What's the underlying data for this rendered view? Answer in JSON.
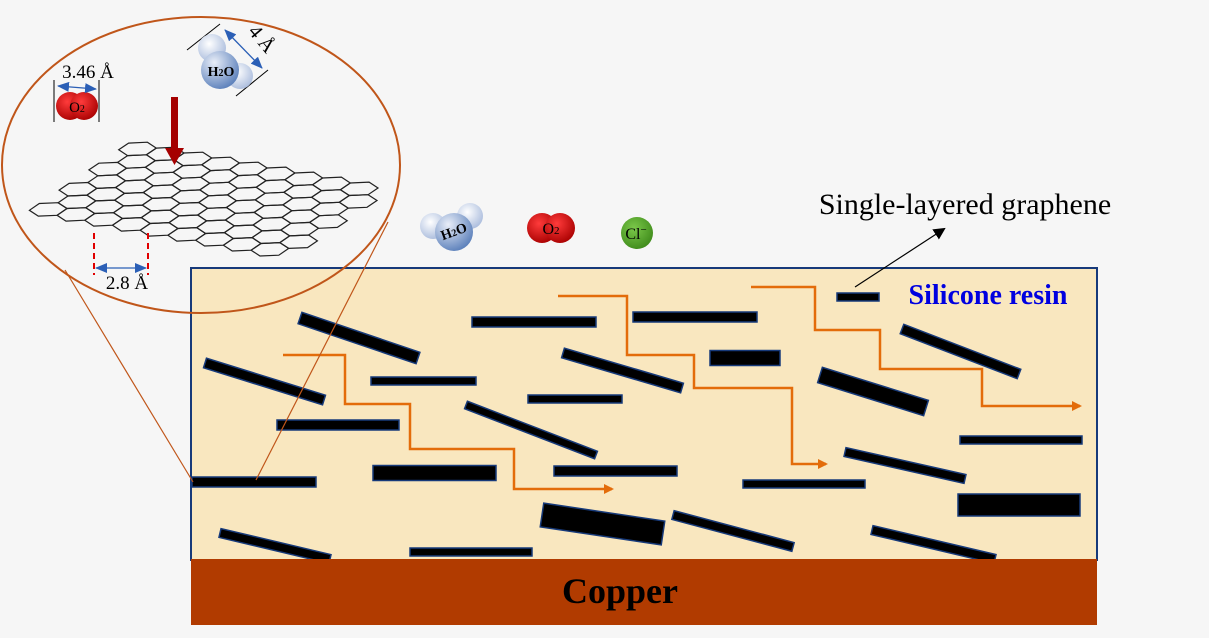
{
  "colors": {
    "background": "#f6f6f6",
    "resin_fill": "#f9e7bf",
    "resin_border": "#173a7a",
    "copper_fill": "#b13b00",
    "flake_fill": "#000000",
    "flake_border": "#173a7a",
    "path_arrow": "#e36c0a",
    "zoom_ellipse": "#c0561a",
    "silicone_label": "#0000e0",
    "water": "#6d8fc4",
    "water_light": "#d5dff0",
    "oxygen": "#e00000",
    "chloride": "#5aa52a",
    "measure_arrow": "#2b5fb6",
    "penetration_arrow": "#a50000",
    "pore_marker": "#e00000"
  },
  "labels": {
    "single_layered_graphene": "Single-layered graphene",
    "silicone_resin": "Silicone resin",
    "copper": "Copper"
  },
  "molecules": {
    "water": {
      "text": "H2O",
      "main": "H",
      "sub": "2",
      "tail": "O"
    },
    "oxygen": {
      "text": "O2",
      "main": "O",
      "sub": "2"
    },
    "chloride": {
      "text": "Cl−",
      "main": "Cl",
      "sup": "−"
    }
  },
  "inset": {
    "oxygen_diameter": "3.46 Å",
    "water_diameter": "4 Å",
    "graphene_pore": "2.8 Å",
    "oxygen": {
      "main": "O",
      "sub": "2"
    },
    "water": {
      "main": "H",
      "sub": "2",
      "tail": "O"
    }
  }
}
